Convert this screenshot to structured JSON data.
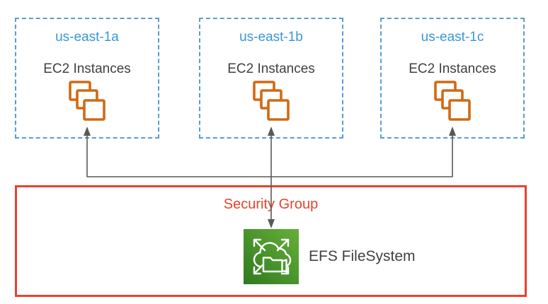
{
  "availability_zones": [
    {
      "label": "us-east-1a",
      "service": "EC2 Instances"
    },
    {
      "label": "us-east-1b",
      "service": "EC2 Instances"
    },
    {
      "label": "us-east-1c",
      "service": "EC2 Instances"
    }
  ],
  "security_group": {
    "label": "Security Group"
  },
  "efs": {
    "label": "EFS FileSystem"
  },
  "icons": {
    "ec2_instances": "ec2-instances-stack-icon",
    "efs_filesystem": "efs-filesystem-icon",
    "connectors": "bidirectional-arrow-connector"
  },
  "colors": {
    "az_border": "#5B9BD5",
    "az_label": "#3898D8",
    "text_dark": "#404040",
    "ec2_orange": "#D26913",
    "sg_red": "#E8432C",
    "efs_green_dark": "#2F7A1E",
    "efs_green_light": "#66AF3B",
    "arrow_gray": "#595959",
    "background": "#FFFFFF"
  }
}
